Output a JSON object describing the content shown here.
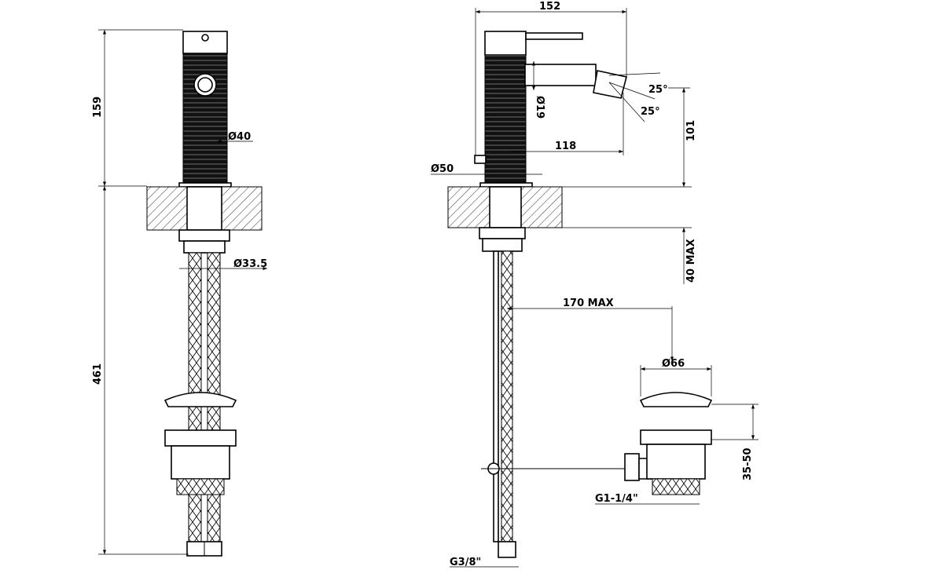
{
  "title": "Bidet mixer technical drawing",
  "front_view": {
    "dim_height_top": "159",
    "dim_height_bottom": "461",
    "dim_body_diameter": "Ø40",
    "dim_shank_diameter": "Ø33.5"
  },
  "side_view": {
    "dim_total_depth": "152",
    "dim_spout_reach": "118",
    "dim_spout_diameter": "Ø19",
    "dim_base_diameter": "Ø50",
    "angle_up": "25°",
    "angle_down": "25°",
    "dim_spout_height": "101",
    "dim_deck_thickness": "40 MAX",
    "dim_rod_length": "170 MAX",
    "dim_waste_diameter": "Ø66",
    "dim_waste_adjust": "35-50",
    "waste_thread": "G1-1/4\"",
    "hose_thread": "G3/8\""
  }
}
